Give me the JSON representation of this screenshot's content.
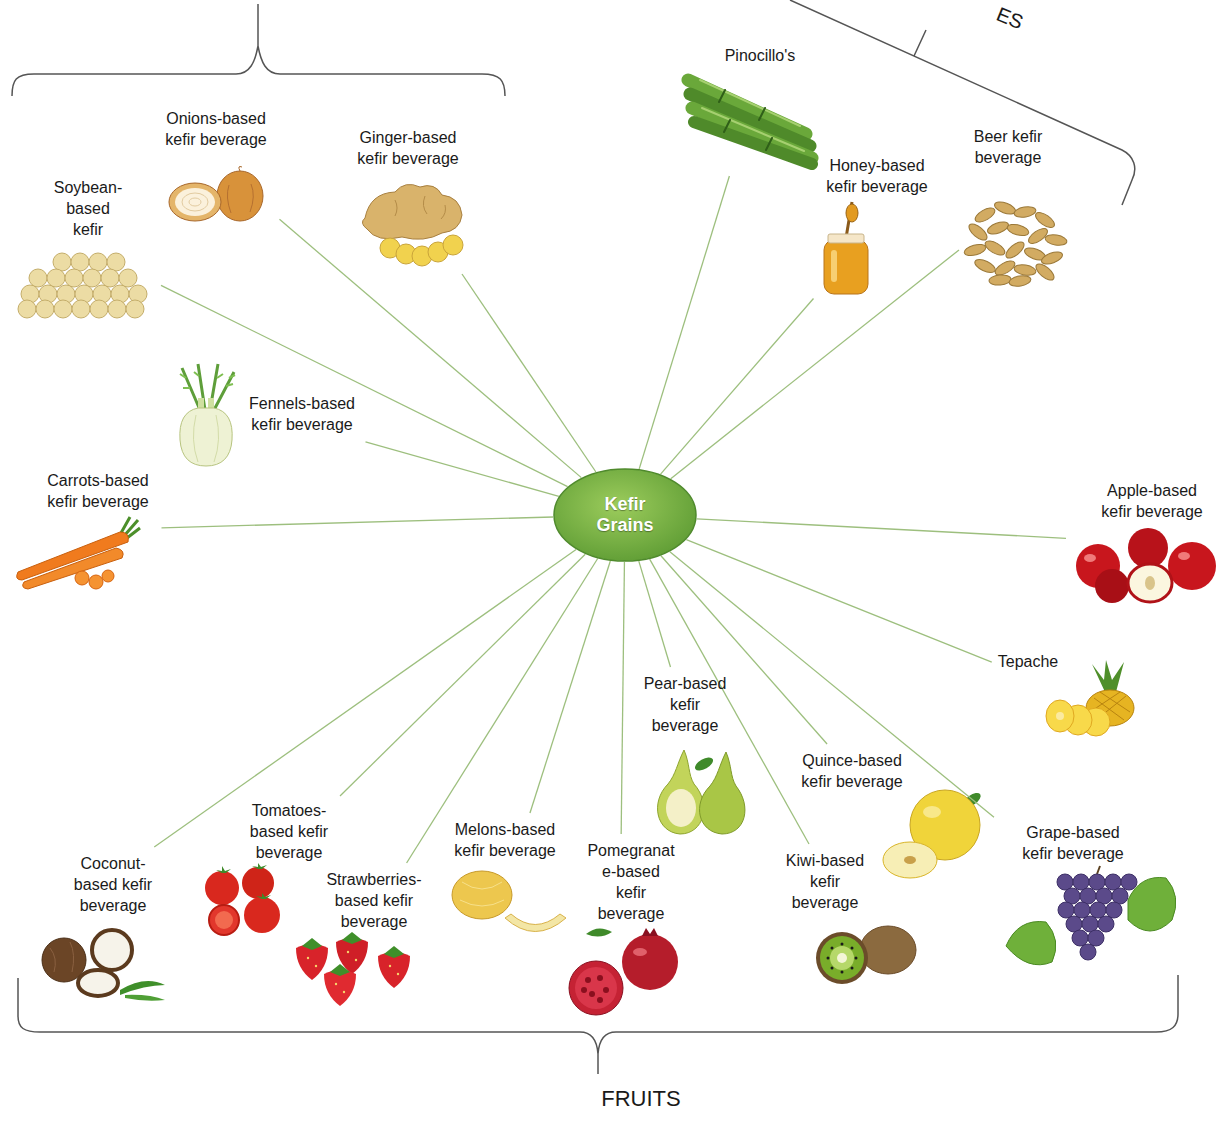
{
  "diagram": {
    "nodes": [
      {
        "text": [
          "Kefir Grains"
        ]
      },
      {
        "text": [
          "Pinocillo's"
        ]
      },
      {
        "text": [
          "Onions-based kefir beverage"
        ]
      },
      {
        "text": [
          "Beer kefir beverage"
        ]
      },
      {
        "text": [
          "Ginger-based kefir beverage"
        ]
      },
      {
        "text": [
          "Honey-based kefir beverage"
        ]
      },
      {
        "text": [
          "Soybean- based kefir"
        ]
      },
      {
        "text": [
          "Fennels-based kefir beverage"
        ]
      },
      {
        "text": [
          "Carrots-based kefir beverage"
        ]
      },
      {
        "text": [
          "Apple-based kefir beverage"
        ]
      },
      {
        "text": [
          "Tepache"
        ]
      },
      {
        "text": [
          "Pear-based kefir beverage"
        ]
      },
      {
        "text": [
          "Quince-based kefir beverage"
        ]
      },
      {
        "text": [
          "Tomatoes- based kefir beverage"
        ]
      },
      {
        "text": [
          "Melons-based kefir beverage"
        ]
      },
      {
        "text": [
          "Grape-based kefir beverage"
        ]
      },
      {
        "text": [
          "Pomegranat e-based kefir beverage"
        ]
      },
      {
        "text": [
          "Kiwi-based kefir beverage"
        ]
      },
      {
        "text": [
          "Coconut- based kefir beverage"
        ]
      },
      {
        "text": [
          "Strawberries- based kefir beverage"
        ]
      }
    ],
    "edges": [
      {
        "from": 0,
        "to": 1,
        "arrow": "none"
      },
      {
        "from": 0,
        "to": 2,
        "arrow": "none"
      },
      {
        "from": 0,
        "to": 3,
        "arrow": "none"
      },
      {
        "from": 0,
        "to": 4,
        "arrow": "none"
      },
      {
        "from": 0,
        "to": 5,
        "arrow": "none"
      },
      {
        "from": 0,
        "to": 6,
        "arrow": "none"
      },
      {
        "from": 0,
        "to": 7,
        "arrow": "none"
      },
      {
        "from": 0,
        "to": 8,
        "arrow": "none"
      },
      {
        "from": 0,
        "to": 9,
        "arrow": "none"
      },
      {
        "from": 0,
        "to": 10,
        "arrow": "none"
      },
      {
        "from": 0,
        "to": 11,
        "arrow": "none"
      },
      {
        "from": 0,
        "to": 12,
        "arrow": "none"
      },
      {
        "from": 0,
        "to": 13,
        "arrow": "none"
      },
      {
        "from": 0,
        "to": 14,
        "arrow": "none"
      },
      {
        "from": 0,
        "to": 15,
        "arrow": "none"
      },
      {
        "from": 0,
        "to": 16,
        "arrow": "none"
      },
      {
        "from": 0,
        "to": 17,
        "arrow": "none"
      },
      {
        "from": 0,
        "to": 18,
        "arrow": "none"
      },
      {
        "from": 0,
        "to": 19,
        "arrow": "none"
      }
    ],
    "labels": [
      "ES",
      "FRUITS"
    ]
  }
}
